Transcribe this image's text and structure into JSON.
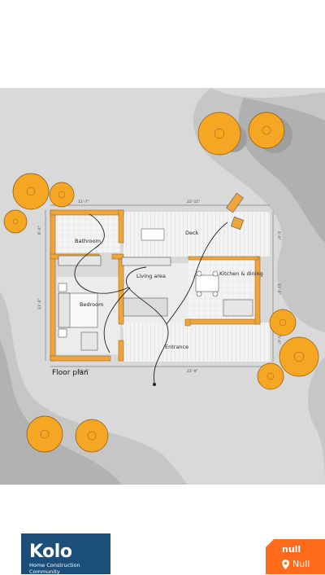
{
  "plan": {
    "title": "Floor plan",
    "rooms": {
      "bathroom": "Bathroom",
      "deck": "Deck",
      "living": "Living area",
      "kitchen": "Kitchen & dining",
      "bedroom": "Bedroom",
      "entrance": "Entrance"
    },
    "dims": {
      "top_left": "11'-7\"",
      "top_right": "22'-11\"",
      "bottom_left": "11'-7\"",
      "bottom_right": "22'-9\"",
      "left_top": "6'-0\"",
      "left_bottom": "11'-0\"",
      "right_top": "6'-0\"",
      "right_mid": "11'-0\"",
      "right_bottom": "5'-0\""
    }
  },
  "brand": {
    "name": "Kolo",
    "tagline": "Home Construction Community"
  },
  "badge": {
    "title": "null",
    "location": "Null"
  },
  "colors": {
    "wall": "#f0a53a",
    "tree": "#f5a623",
    "brand_bg": "#1b4f7a",
    "badge_bg": "#ff6b1a"
  }
}
